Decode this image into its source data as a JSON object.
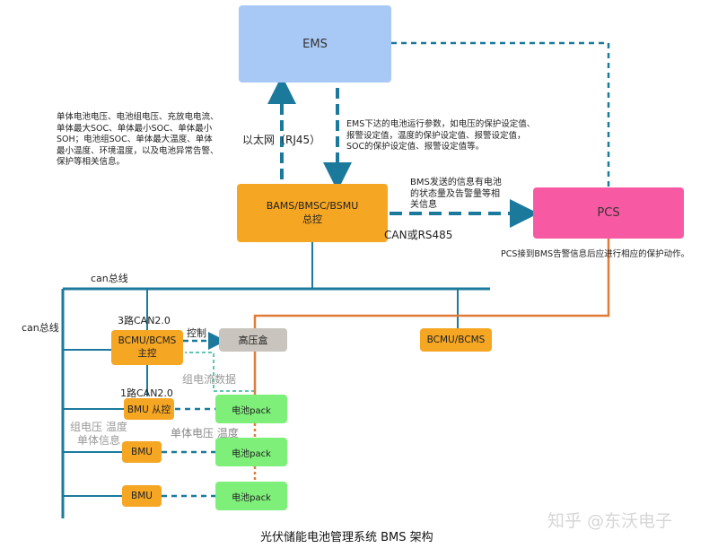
{
  "nodes": {
    "ems": "EMS",
    "bams": [
      "BAMS/BMSC/BSMU",
      "总控"
    ],
    "pcs": "PCS",
    "bcmu_main": [
      "BCMU/BCMS",
      "主控"
    ],
    "hv_box": "高压盒",
    "bcmu_right": "BCMU/BCMS",
    "bmu_slave": "BMU 从控",
    "bmu_2": "BMU",
    "bmu_3": "BMU",
    "pack_1": "电池pack",
    "pack_2": "电池pack",
    "pack_3": "电池pack"
  },
  "labels": {
    "ethernet": "以太网（RJ45）",
    "can_rs485": "CAN或RS485",
    "can_bus_top": "can总线",
    "can_bus_left": "can总线",
    "can_3way": "3路CAN2.0",
    "can_1way": "1路CAN2.0",
    "control": "控制",
    "group_current": "组电流数据",
    "cell_voltage_temp": "单体电压  温度",
    "group_voltage_temp": "组电压 温度",
    "cell_info": "单体信息"
  },
  "notes": {
    "left_info": [
      "单体电池电压、电池组电压、充放电电流、",
      "单体最大SOC、单体最小SOC、单体最小",
      "SOH；电池组SOC、单体最大温度、单体",
      "最小温度、环境温度，以及电池异常告警、",
      "保护等相关信息。"
    ],
    "ems_params": [
      "EMS下达的电池运行参数，如电压的保护设定值、",
      "报警设定值，温度的保护设定值、报警设定值，",
      "SOC的保护设定值、报警设定值等。"
    ],
    "bms_to_pcs": [
      "BMS发送的信息有电池",
      "的状态量及告警量等相",
      "关信息"
    ],
    "pcs_action": "PCS接到BMS告警信息后应进行相应的保护动作。"
  },
  "caption": "光伏储能电池管理系统 BMS 架构",
  "watermark": "知乎 @东沃电子",
  "colors": {
    "ems": "#a8c8f5",
    "bams": "#f5a623",
    "pcs": "#f75aa3",
    "line_teal": "#1b7a9c",
    "power_orange": "#e07b3a",
    "pack_green": "#7ef07a",
    "hv_grey": "#c9c4bd",
    "dashed_green": "#5fc6b0"
  }
}
